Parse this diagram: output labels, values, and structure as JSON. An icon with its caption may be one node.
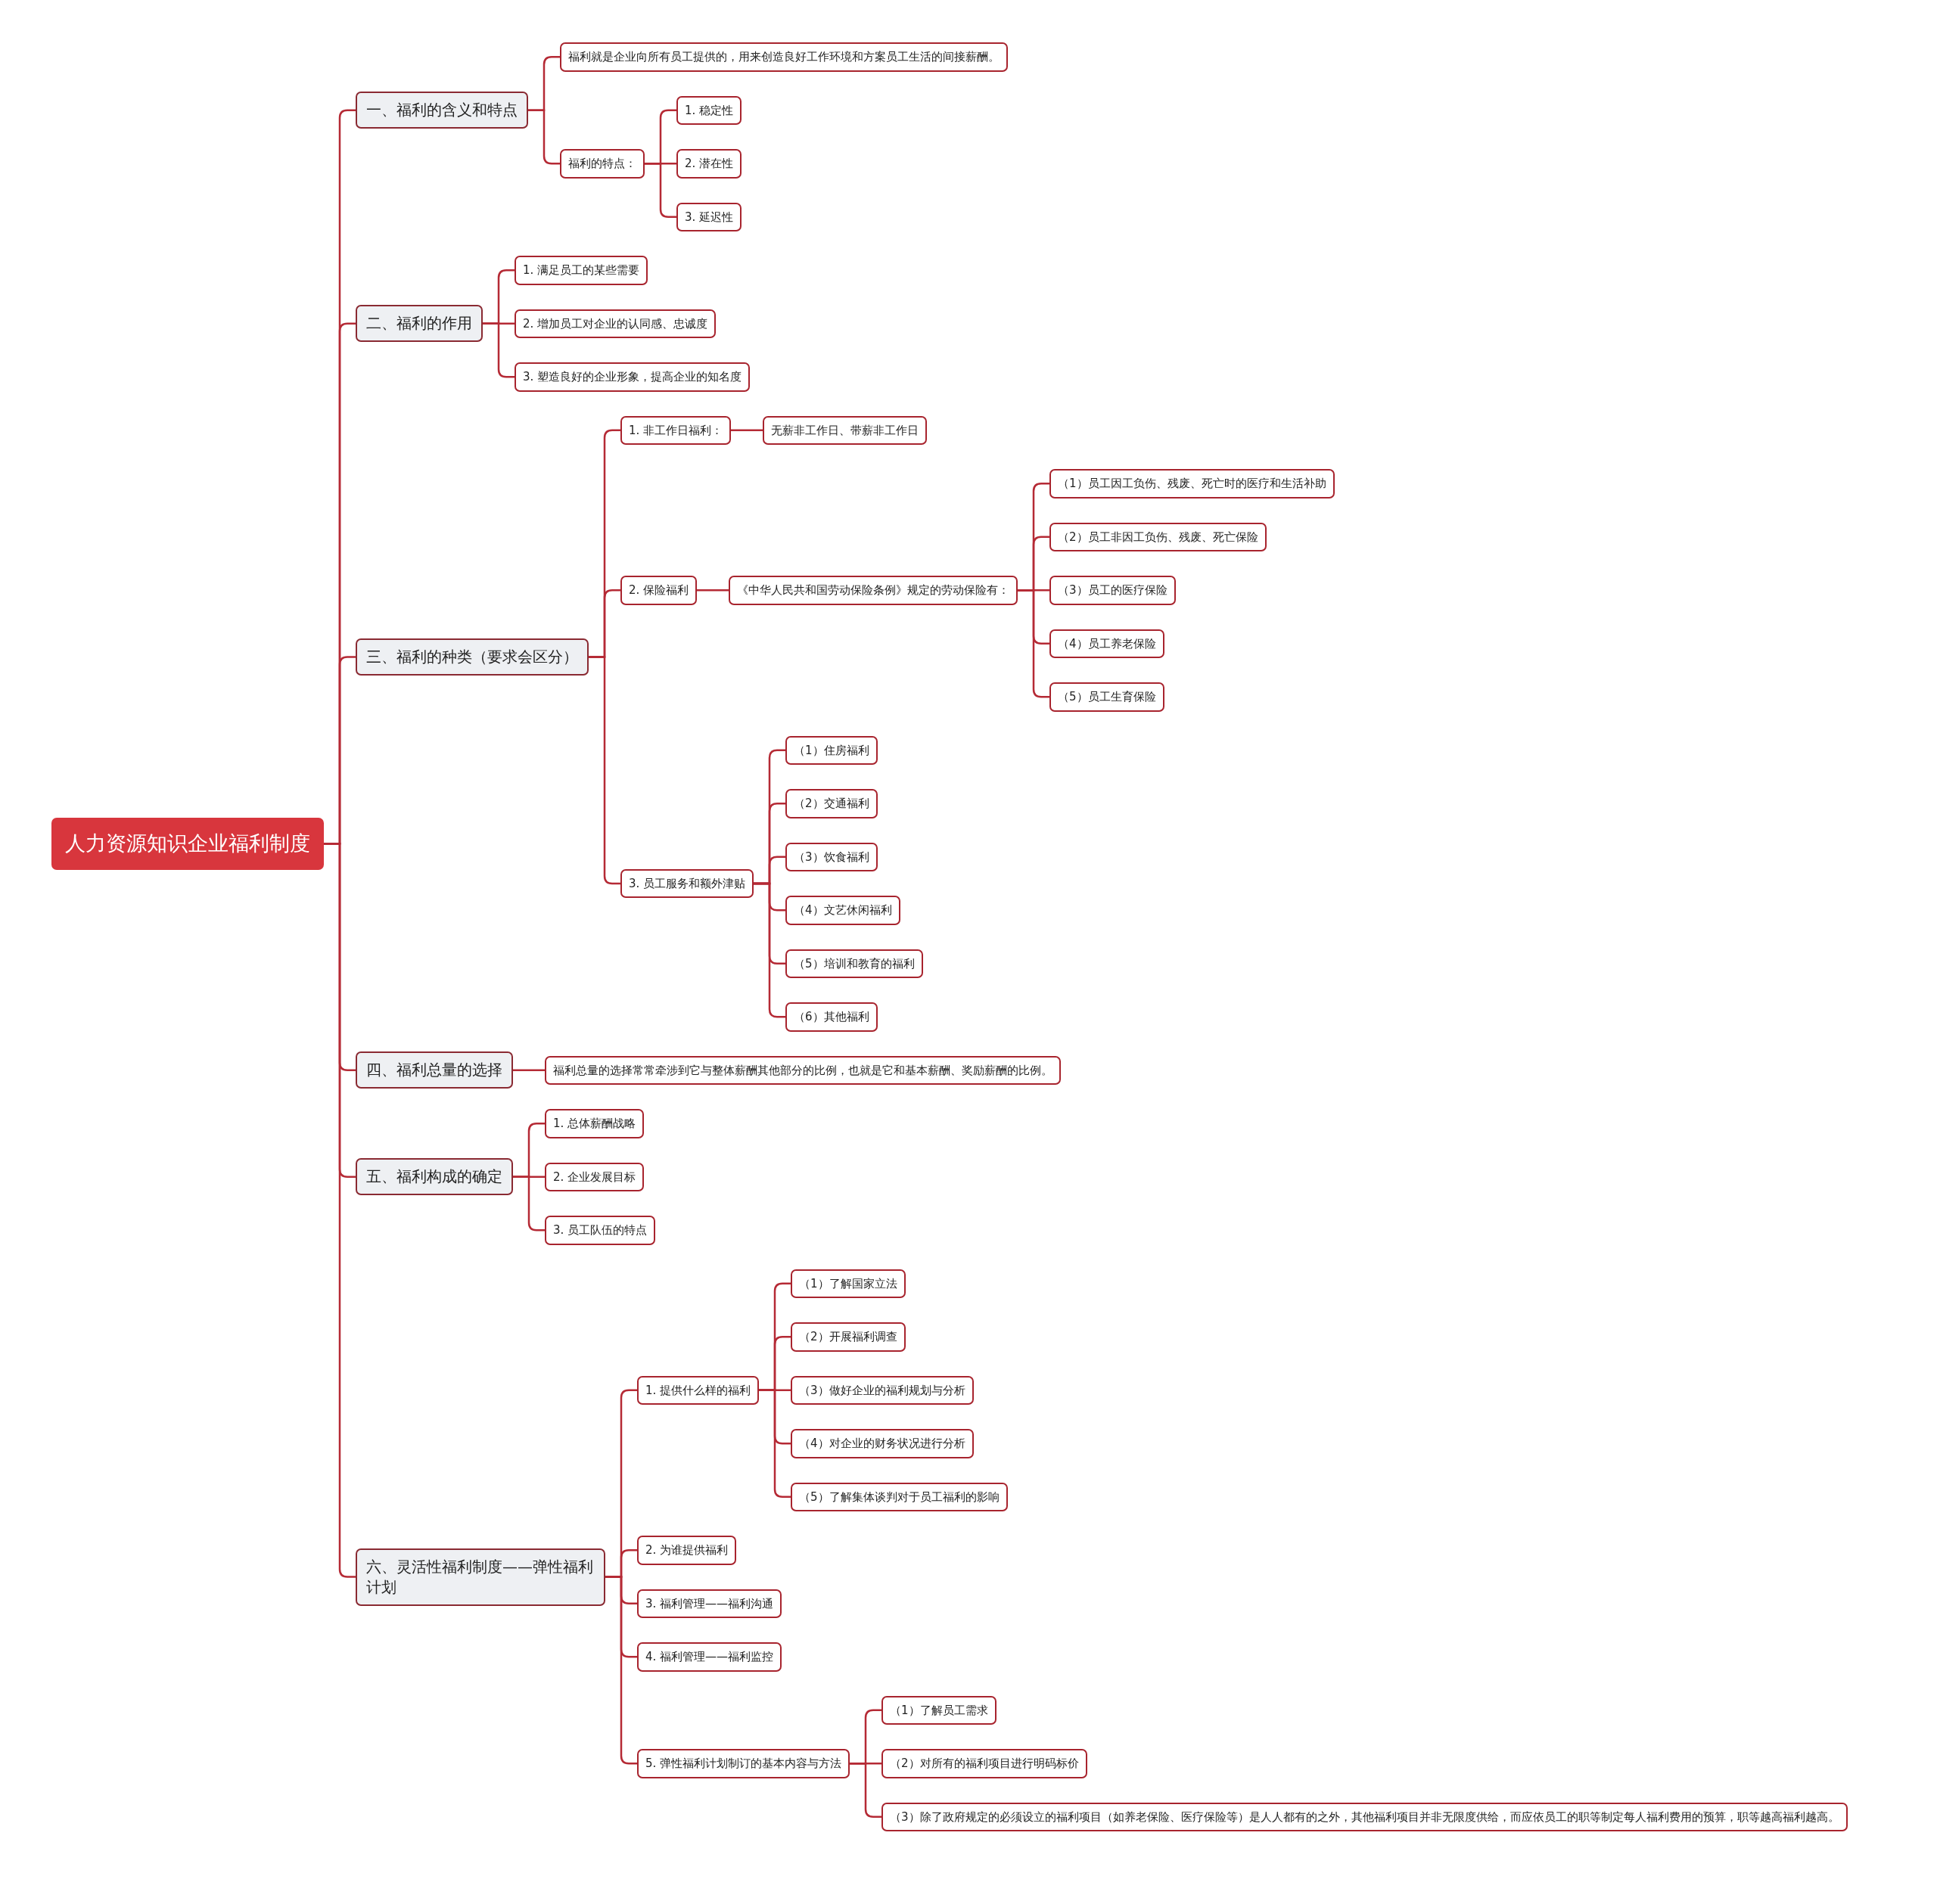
{
  "diagram": {
    "nodes": [
      {
        "text": [
          "人力资源知识企业福利制度"
        ]
      },
      {
        "text": [
          "一、福利的含义和特点"
        ]
      },
      {
        "text": [
          "福利就是企业向所有员工提供的，用来创造良好工作环境和方案员工生活的间接薪酬。"
        ]
      },
      {
        "text": [
          "福利的特点："
        ]
      },
      {
        "text": [
          "1. 稳定性"
        ]
      },
      {
        "text": [
          "2. 潜在性"
        ]
      },
      {
        "text": [
          "3. 延迟性"
        ]
      },
      {
        "text": [
          "二、福利的作用"
        ]
      },
      {
        "text": [
          "1. 满足员工的某些需要"
        ]
      },
      {
        "text": [
          "2. 增加员工对企业的认同感、忠诚度"
        ]
      },
      {
        "text": [
          "3. 塑造良好的企业形象，提高企业的知名度"
        ]
      },
      {
        "text": [
          "三、福利的种类（要求会区分）"
        ]
      },
      {
        "text": [
          "1. 非工作日福利："
        ]
      },
      {
        "text": [
          "无薪非工作日、带薪非工作日"
        ]
      },
      {
        "text": [
          "2. 保险福利"
        ]
      },
      {
        "text": [
          "《中华人民共和国劳动保险条例》规定的劳动保险有："
        ]
      },
      {
        "text": [
          "（1）员工因工负伤、残废、死亡时的医疗和生活补助"
        ]
      },
      {
        "text": [
          "（2）员工非因工负伤、残废、死亡保险"
        ]
      },
      {
        "text": [
          "（3）员工的医疗保险"
        ]
      },
      {
        "text": [
          "（4）员工养老保险"
        ]
      },
      {
        "text": [
          "（5）员工生育保险"
        ]
      },
      {
        "text": [
          "3. 员工服务和额外津贴"
        ]
      },
      {
        "text": [
          "（1）住房福利"
        ]
      },
      {
        "text": [
          "（2）交通福利"
        ]
      },
      {
        "text": [
          "（3）饮食福利"
        ]
      },
      {
        "text": [
          "（4）文艺休闲福利"
        ]
      },
      {
        "text": [
          "（5）培训和教育的福利"
        ]
      },
      {
        "text": [
          "（6）其他福利"
        ]
      },
      {
        "text": [
          "四、福利总量的选择"
        ]
      },
      {
        "text": [
          "福利总量的选择常常牵涉到它与整体薪酬其他部分的比例，也就是它和基本薪酬、奖励薪酬的比例。"
        ]
      },
      {
        "text": [
          "五、福利构成的确定"
        ]
      },
      {
        "text": [
          "1. 总体薪酬战略"
        ]
      },
      {
        "text": [
          "2. 企业发展目标"
        ]
      },
      {
        "text": [
          "3. 员工队伍的特点"
        ]
      },
      {
        "text": [
          "六、灵活性福利制度——弹性福利计划"
        ]
      },
      {
        "text": [
          "1. 提供什么样的福利"
        ]
      },
      {
        "text": [
          "（1）了解国家立法"
        ]
      },
      {
        "text": [
          "（2）开展福利调查"
        ]
      },
      {
        "text": [
          "（3）做好企业的福利规划与分析"
        ]
      },
      {
        "text": [
          "（4）对企业的财务状况进行分析"
        ]
      },
      {
        "text": [
          "（5）了解集体谈判对于员工福利的影响"
        ]
      },
      {
        "text": [
          "2. 为谁提供福利"
        ]
      },
      {
        "text": [
          "3. 福利管理——福利沟通"
        ]
      },
      {
        "text": [
          "4. 福利管理——福利监控"
        ]
      },
      {
        "text": [
          "5. 弹性福利计划制订的基本内容与方法"
        ]
      },
      {
        "text": [
          "（1）了解员工需求"
        ]
      },
      {
        "text": [
          "（2）对所有的福利项目进行明码标价"
        ]
      },
      {
        "text": [
          "（3）除了政府规定的必须设立的福利项目（如养老保险、医疗保险等）是人人都有的之外，其他福利项目并非无限度供给，而应依员工的职等制定每人福利费用的预算，职等越高福利越高。"
        ]
      }
    ],
    "edges": [
      {
        "from": 0,
        "to": 1,
        "arrow": "none"
      },
      {
        "from": 1,
        "to": 2,
        "arrow": "none"
      },
      {
        "from": 1,
        "to": 3,
        "arrow": "none"
      },
      {
        "from": 3,
        "to": 4,
        "arrow": "none"
      },
      {
        "from": 3,
        "to": 5,
        "arrow": "none"
      },
      {
        "from": 3,
        "to": 6,
        "arrow": "none"
      },
      {
        "from": 0,
        "to": 7,
        "arrow": "none"
      },
      {
        "from": 7,
        "to": 8,
        "arrow": "none"
      },
      {
        "from": 7,
        "to": 9,
        "arrow": "none"
      },
      {
        "from": 7,
        "to": 10,
        "arrow": "none"
      },
      {
        "from": 0,
        "to": 11,
        "arrow": "none"
      },
      {
        "from": 11,
        "to": 12,
        "arrow": "none"
      },
      {
        "from": 12,
        "to": 13,
        "arrow": "none"
      },
      {
        "from": 11,
        "to": 14,
        "arrow": "none"
      },
      {
        "from": 14,
        "to": 15,
        "arrow": "none"
      },
      {
        "from": 15,
        "to": 16,
        "arrow": "none"
      },
      {
        "from": 15,
        "to": 17,
        "arrow": "none"
      },
      {
        "from": 15,
        "to": 18,
        "arrow": "none"
      },
      {
        "from": 15,
        "to": 19,
        "arrow": "none"
      },
      {
        "from": 15,
        "to": 20,
        "arrow": "none"
      },
      {
        "from": 11,
        "to": 21,
        "arrow": "none"
      },
      {
        "from": 21,
        "to": 22,
        "arrow": "none"
      },
      {
        "from": 21,
        "to": 23,
        "arrow": "none"
      },
      {
        "from": 21,
        "to": 24,
        "arrow": "none"
      },
      {
        "from": 21,
        "to": 25,
        "arrow": "none"
      },
      {
        "from": 21,
        "to": 26,
        "arrow": "none"
      },
      {
        "from": 21,
        "to": 27,
        "arrow": "none"
      },
      {
        "from": 0,
        "to": 28,
        "arrow": "none"
      },
      {
        "from": 28,
        "to": 29,
        "arrow": "none"
      },
      {
        "from": 0,
        "to": 30,
        "arrow": "none"
      },
      {
        "from": 30,
        "to": 31,
        "arrow": "none"
      },
      {
        "from": 30,
        "to": 32,
        "arrow": "none"
      },
      {
        "from": 30,
        "to": 33,
        "arrow": "none"
      },
      {
        "from": 0,
        "to": 34,
        "arrow": "none"
      },
      {
        "from": 34,
        "to": 35,
        "arrow": "none"
      },
      {
        "from": 35,
        "to": 36,
        "arrow": "none"
      },
      {
        "from": 35,
        "to": 37,
        "arrow": "none"
      },
      {
        "from": 35,
        "to": 38,
        "arrow": "none"
      },
      {
        "from": 35,
        "to": 39,
        "arrow": "none"
      },
      {
        "from": 35,
        "to": 40,
        "arrow": "none"
      },
      {
        "from": 34,
        "to": 41,
        "arrow": "none"
      },
      {
        "from": 34,
        "to": 42,
        "arrow": "none"
      },
      {
        "from": 34,
        "to": 43,
        "arrow": "none"
      },
      {
        "from": 34,
        "to": 44,
        "arrow": "none"
      },
      {
        "from": 44,
        "to": 45,
        "arrow": "none"
      },
      {
        "from": 44,
        "to": 46,
        "arrow": "none"
      },
      {
        "from": 44,
        "to": 47,
        "arrow": "none"
      }
    ]
  }
}
